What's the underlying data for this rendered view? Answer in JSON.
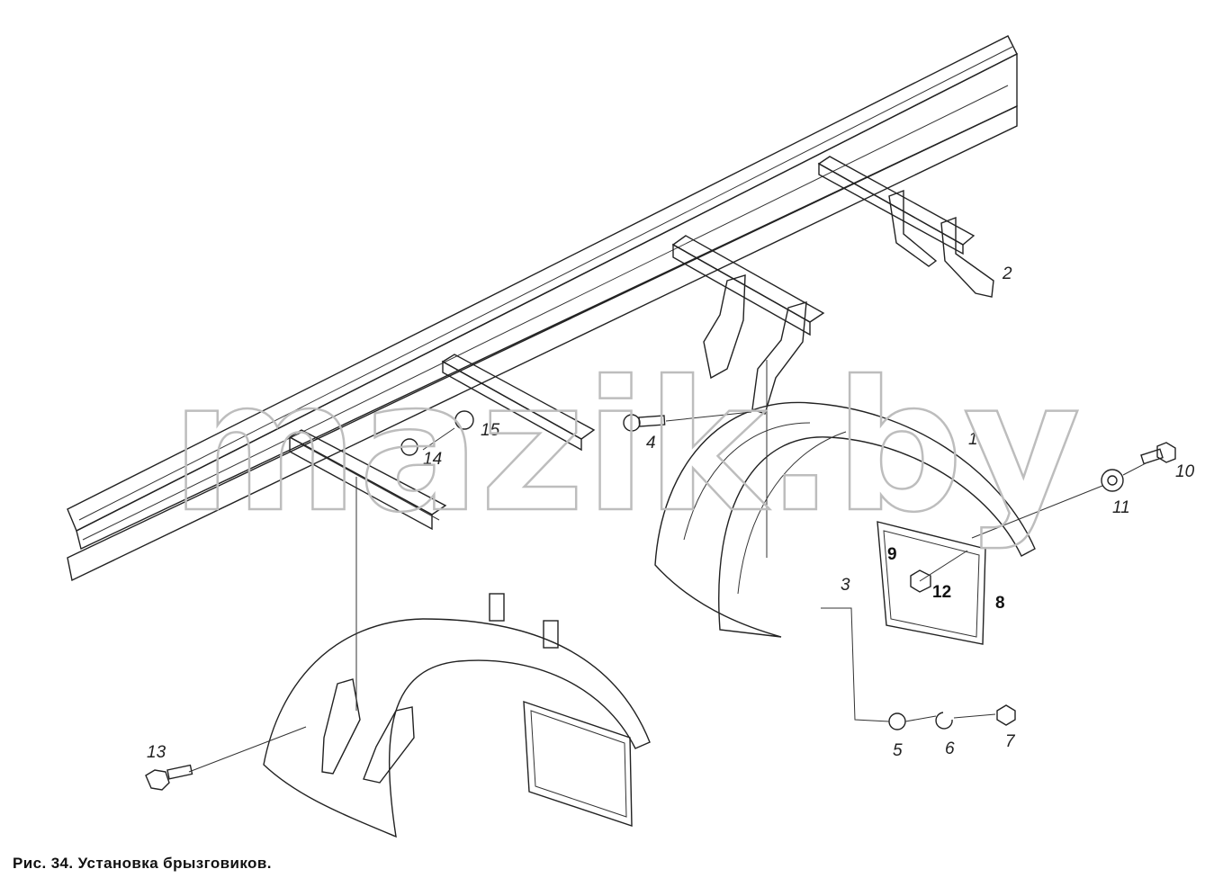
{
  "watermark": "mazik.by",
  "caption": "Рис. 34. Установка брызговиков.",
  "callouts": {
    "c1": "1",
    "c2": "2",
    "c3": "3",
    "c4": "4",
    "c5": "5",
    "c6": "6",
    "c7": "7",
    "c8": "8",
    "c9": "9",
    "c10": "10",
    "c11": "11",
    "c12": "12",
    "c13": "13",
    "c14": "14",
    "c15": "15"
  },
  "colors": {
    "ink": "#1a1a1a",
    "watermark": "#bdbdbd",
    "paper": "#ffffff"
  }
}
